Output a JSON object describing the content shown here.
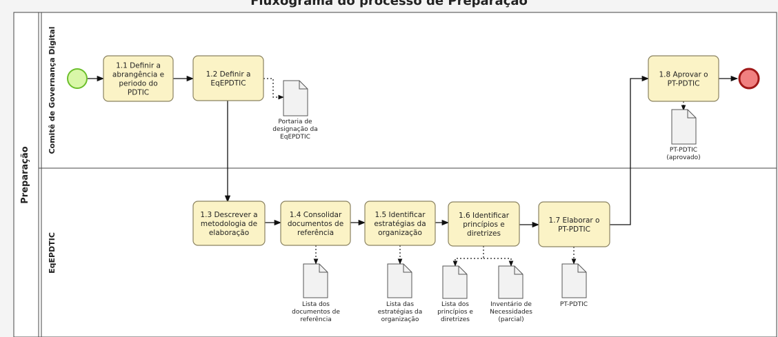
{
  "title": "Fluxograma do processo de Preparação",
  "pool": {
    "label": "Preparação"
  },
  "lanes": [
    {
      "id": "lane-comite",
      "label": "Comitê de Governança Digital"
    },
    {
      "id": "lane-eq",
      "label": "EqEPDTIC"
    }
  ],
  "tasks": {
    "t11": [
      "1.1 Definir a",
      "abrangência e",
      "periodo do",
      "PDTIC"
    ],
    "t12": [
      "1.2 Definir a",
      "EqEPDTIC"
    ],
    "t13": [
      "1.3 Descrever a",
      "metodologia de",
      "elaboração"
    ],
    "t14": [
      "1.4 Consolidar",
      "documentos de",
      "referência"
    ],
    "t15": [
      "1.5 Identificar",
      "estratégias da",
      "organização"
    ],
    "t16": [
      "1.6 Identificar",
      "princípios e",
      "diretrizes"
    ],
    "t17": [
      "1.7 Elaborar o",
      "PT-PDTIC"
    ],
    "t18": [
      "1.8 Aprovar o",
      "PT-PDTIC"
    ]
  },
  "documents": {
    "d12": [
      "Portaria de",
      "designação da",
      "EqEPDTIC"
    ],
    "d18": [
      "PT-PDTIC",
      "(aprovado)"
    ],
    "d14": [
      "Lista dos",
      "documentos de",
      "referência"
    ],
    "d15": [
      "Lista das",
      "estratégias da",
      "organização"
    ],
    "d16a": [
      "Lista dos",
      "princípios e",
      "diretrizes"
    ],
    "d16b": [
      "Inventário de",
      "Necessidades",
      "(parcial)"
    ],
    "d17": [
      "PT-PDTIC"
    ]
  },
  "colors": {
    "task_fill": "#fbf3c6",
    "start_fill": "#d9f7a8",
    "start_stroke": "#6bbf2b",
    "end_fill": "#f08080",
    "end_stroke": "#a01818"
  }
}
